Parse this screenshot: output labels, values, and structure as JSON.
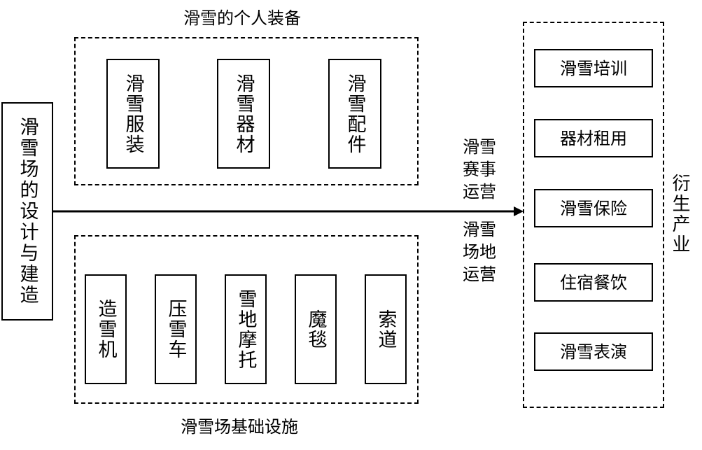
{
  "design": "滑雪场的设计与建造",
  "personal": {
    "title": "滑雪的个人装备",
    "items": [
      "滑雪服装",
      "滑雪器材",
      "滑雪配件"
    ]
  },
  "infra": {
    "title": "滑雪场基础设施",
    "items": [
      "造雪机",
      "压雪车",
      "雪地摩托",
      "魔毯",
      "索道"
    ]
  },
  "arrow_labels": [
    "滑雪\n赛事\n运营",
    "滑雪\n场地\n运营"
  ],
  "derived": {
    "title": "衍生产业",
    "items": [
      "滑雪培训",
      "器材租用",
      "滑雪保险",
      "住宿餐饮",
      "滑雪表演"
    ]
  }
}
